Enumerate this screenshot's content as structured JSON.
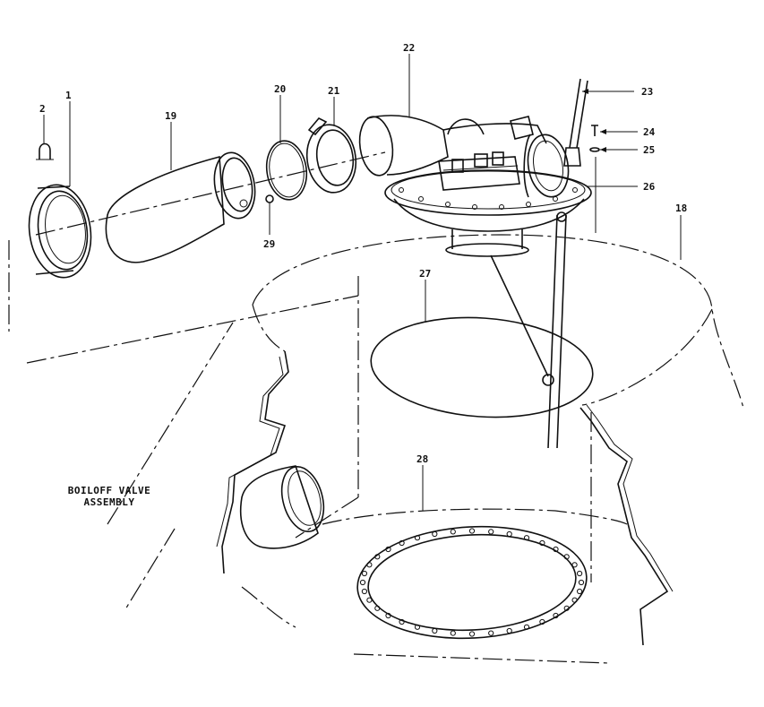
{
  "caption": {
    "line1": "BOILOFF VALVE",
    "line2": "ASSEMBLY"
  },
  "callouts": [
    {
      "id": "c1",
      "label": "1"
    },
    {
      "id": "c2",
      "label": "2"
    },
    {
      "id": "c18",
      "label": "18"
    },
    {
      "id": "c19",
      "label": "19"
    },
    {
      "id": "c20",
      "label": "20"
    },
    {
      "id": "c21",
      "label": "21"
    },
    {
      "id": "c22",
      "label": "22"
    },
    {
      "id": "c23",
      "label": "23"
    },
    {
      "id": "c24",
      "label": "24"
    },
    {
      "id": "c25",
      "label": "25"
    },
    {
      "id": "c26",
      "label": "26"
    },
    {
      "id": "c27",
      "label": "27"
    },
    {
      "id": "c28",
      "label": "28"
    },
    {
      "id": "c29",
      "label": "29"
    }
  ]
}
